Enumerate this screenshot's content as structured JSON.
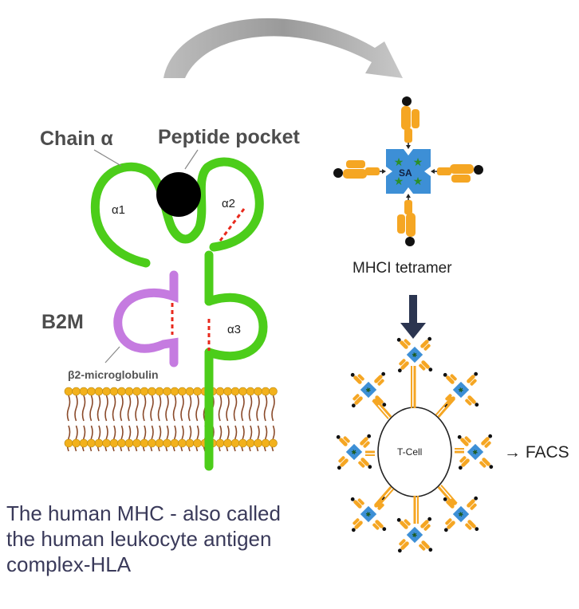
{
  "labels": {
    "chain_alpha": "Chain α",
    "peptide_pocket": "Peptide pocket",
    "alpha1": "α1",
    "alpha2": "α2",
    "alpha3": "α3",
    "b2m": "B2M",
    "beta2_microglobulin": "β2-microglobulin",
    "sa": "SA",
    "tetramer": "MHCI tetramer",
    "tcell": "T-Cell",
    "facs": "→ FACS"
  },
  "caption": {
    "line1": "The human MHC - also called",
    "line2": " the human leukocyte antigen",
    "line3": "complex-HLA"
  },
  "colors": {
    "chain_green": "#4ccd1a",
    "b2m_purple": "#c57be0",
    "membrane_orange": "#f2b11c",
    "lipid_brown": "#8a4a2a",
    "sa_blue": "#3d8fd6",
    "tetramer_orange": "#f5a623",
    "arrow_dark": "#2b3550",
    "disulfide_red": "#e8291c"
  }
}
